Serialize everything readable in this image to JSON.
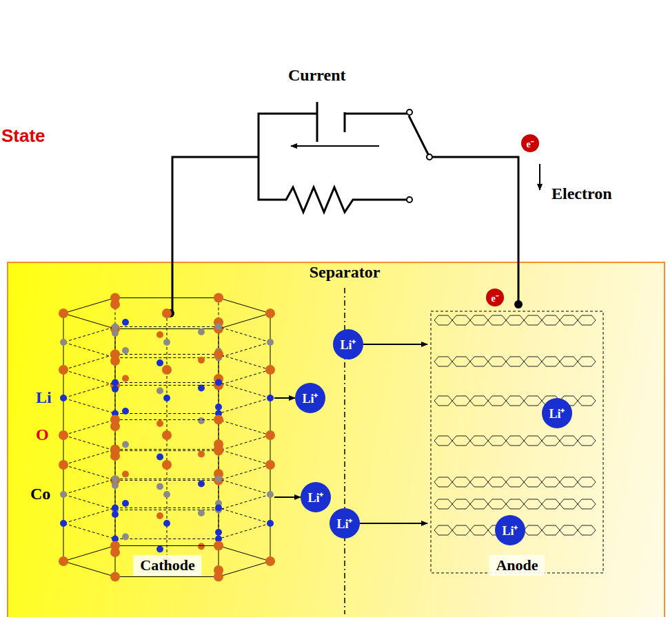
{
  "diagram": {
    "nodes": [
      {
        "text": [
          "e⁻"
        ]
      },
      {
        "text": [
          "e⁻"
        ]
      },
      {
        "text": [
          "Cathode"
        ]
      },
      {
        "text": [
          "Li⁺"
        ]
      },
      {
        "text": [
          "Li⁺"
        ]
      },
      {
        "text": [
          "Li⁺"
        ]
      },
      {
        "text": [
          "Li⁺"
        ]
      },
      {
        "text": [
          "Anode"
        ]
      },
      {
        "text": [
          "Li⁺"
        ],
        "in": 7
      },
      {
        "text": [
          "Li⁺"
        ],
        "in": 7
      }
    ],
    "edges": [
      {
        "from": 2,
        "to": 4,
        "arrow": "to"
      },
      {
        "from": 2,
        "to": 5,
        "arrow": "to"
      },
      {
        "from": 3,
        "to": 7,
        "arrow": "to"
      },
      {
        "from": 6,
        "to": 7,
        "arrow": "to"
      }
    ],
    "labels": [
      "State",
      "Current",
      "Electron",
      "Separator",
      "Li",
      "O",
      "Co"
    ]
  }
}
